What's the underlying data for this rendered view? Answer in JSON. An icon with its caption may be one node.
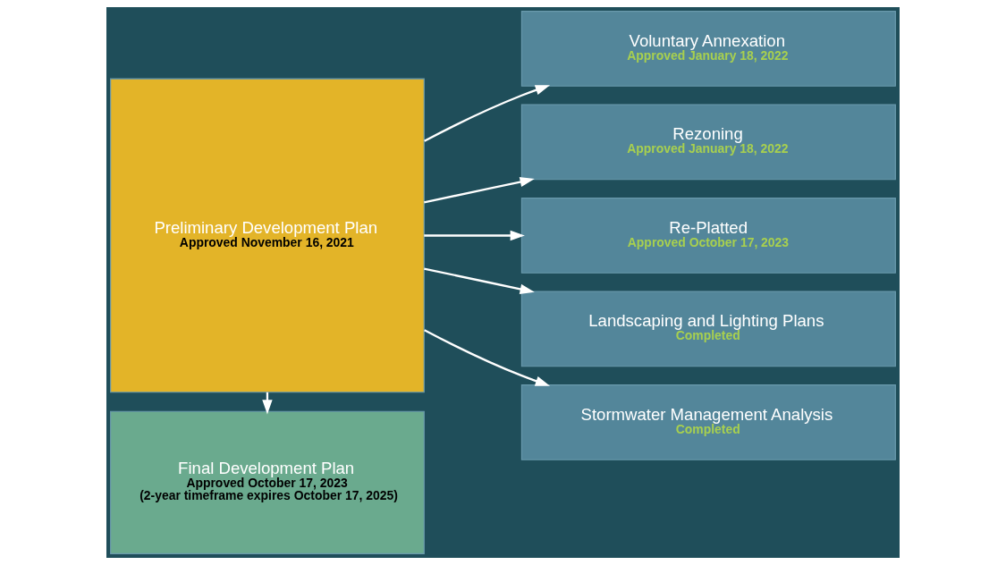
{
  "diagram": {
    "nodes": [
      {
        "text": [
          "Preliminary Development Plan",
          "Approved November 16, 2021"
        ]
      },
      {
        "text": [
          "Final Development Plan",
          "Approved October 17, 2023",
          "(2-year timeframe expires October 17, 2025)"
        ]
      },
      {
        "text": [
          "Voluntary Annexation",
          "Approved January 18, 2022"
        ]
      },
      {
        "text": [
          "Rezoning",
          "Approved January 18, 2022"
        ]
      },
      {
        "text": [
          "Re-Platted",
          "Approved October 17, 2023"
        ]
      },
      {
        "text": [
          "Landscaping and Lighting Plans",
          "Completed"
        ]
      },
      {
        "text": [
          "Stormwater Management Analysis",
          "Completed"
        ]
      }
    ],
    "edges": [
      {
        "from": 0,
        "to": 1,
        "arrow": "to"
      },
      {
        "from": 0,
        "to": 2,
        "arrow": "to"
      },
      {
        "from": 0,
        "to": 3,
        "arrow": "to"
      },
      {
        "from": 0,
        "to": 4,
        "arrow": "to"
      },
      {
        "from": 0,
        "to": 5,
        "arrow": "to"
      },
      {
        "from": 0,
        "to": 6,
        "arrow": "to"
      }
    ]
  }
}
